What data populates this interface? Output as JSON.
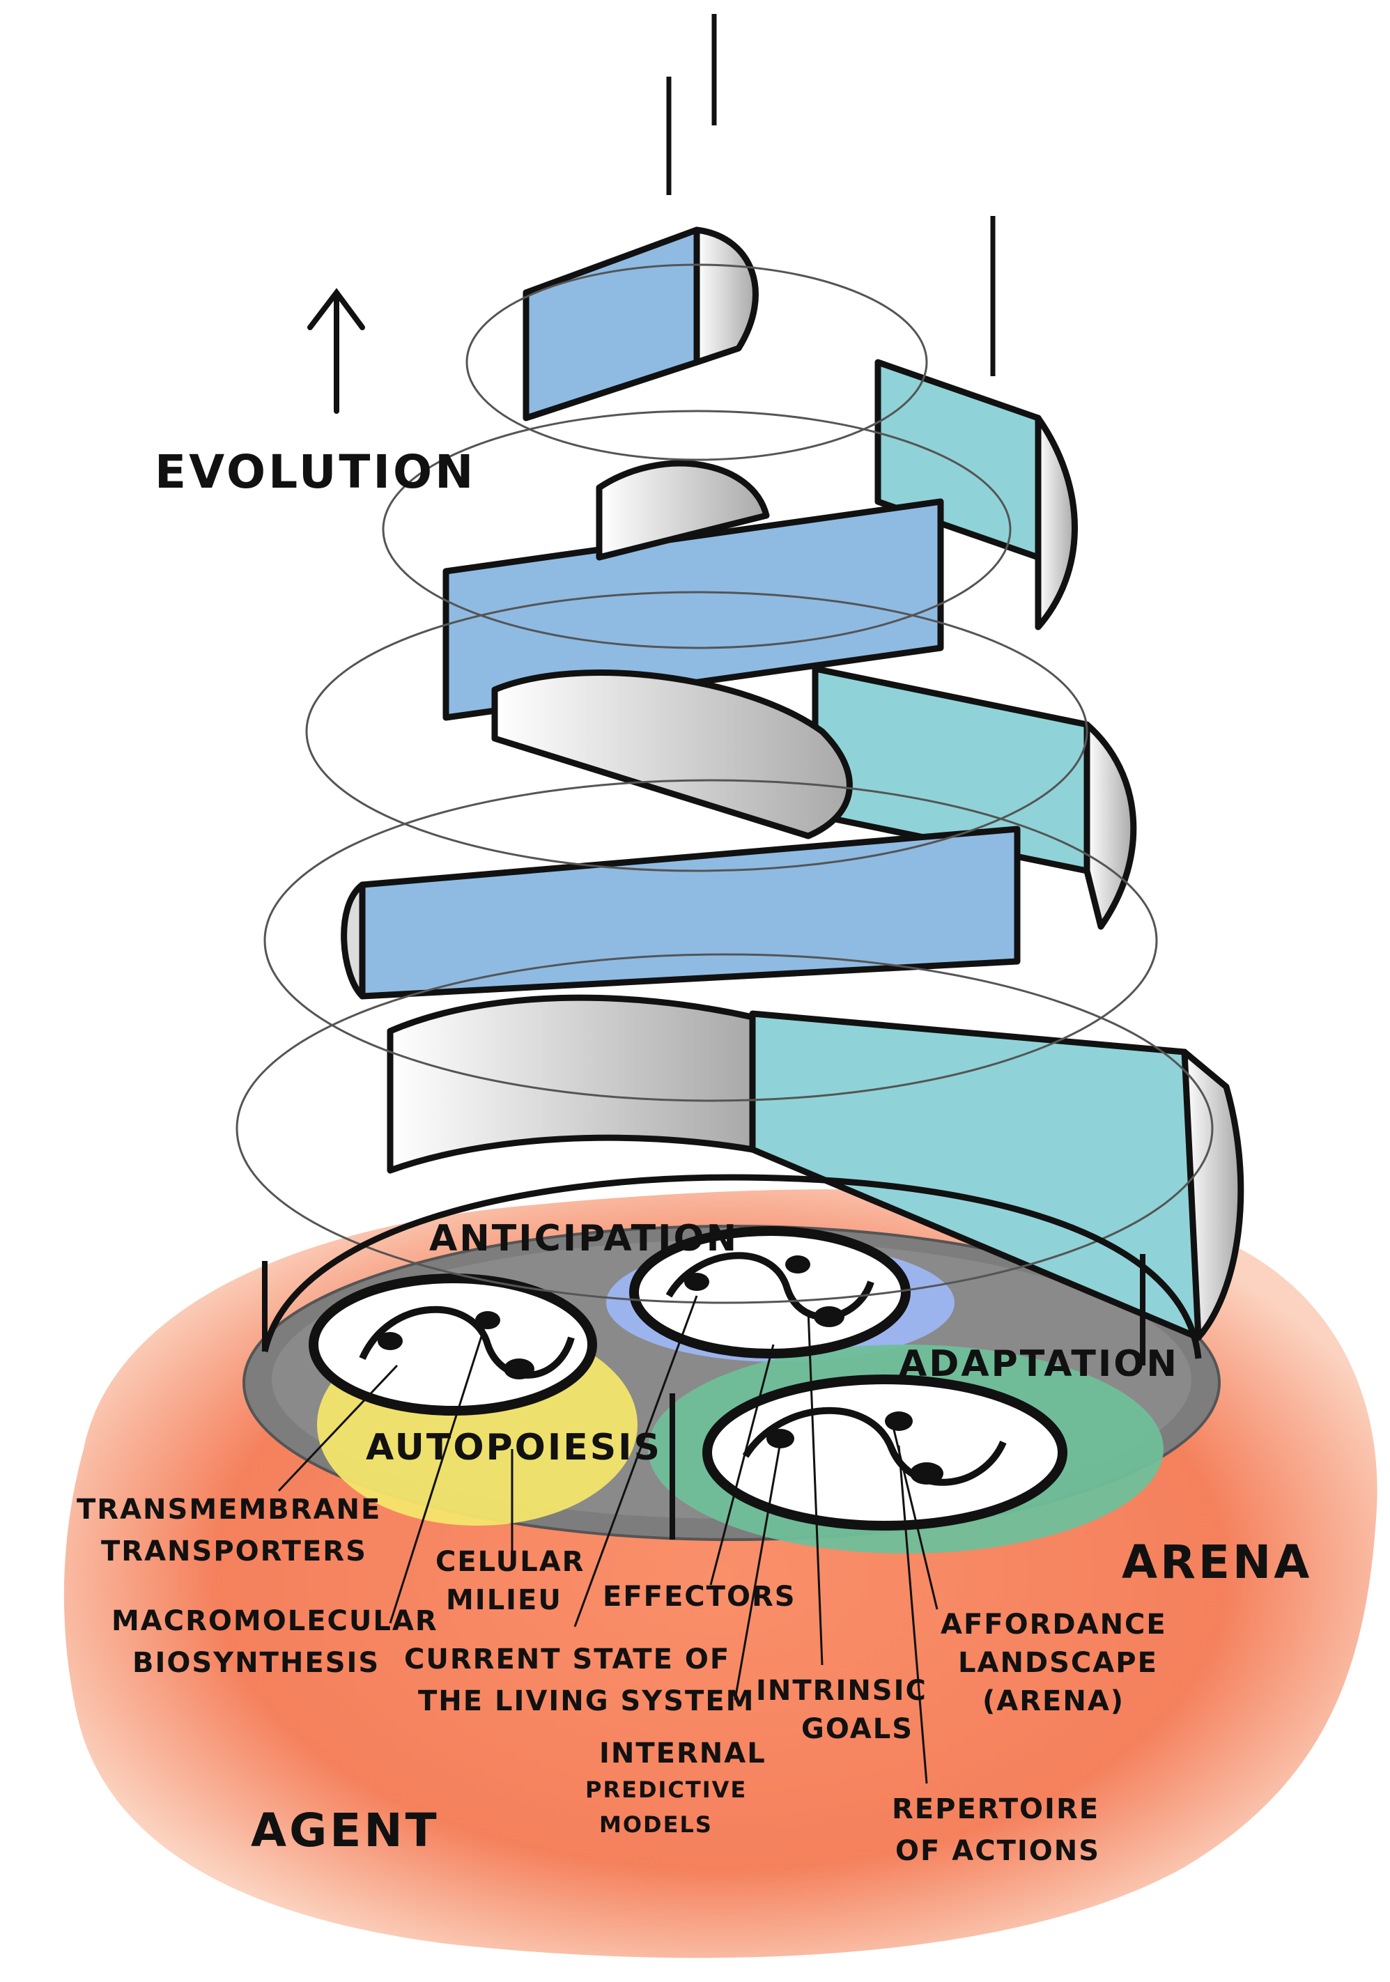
{
  "evolution_label": "EVOLUTION",
  "loops": {
    "anticipation": "ANTICIPATION",
    "adaptation": "ADAPTATION",
    "autopoiesis": "AUTOPOIESIS"
  },
  "regions": {
    "agent": "AGENT",
    "arena": "ARENA"
  },
  "annotations": {
    "transmembrane_1": "TRANSMEMBRANE",
    "transmembrane_2": "TRANSPORTERS",
    "celular_1": "CELULAR",
    "celular_2": "MILIEU",
    "effectors": "EFFECTORS",
    "macromolecular_1": "MACROMOLECULAR",
    "macromolecular_2": "BIOSYNTHESIS",
    "current_state_1": "CURRENT STATE OF",
    "current_state_2": "THE LIVING SYSTEM",
    "intrinsic_1": "INTRINSIC",
    "intrinsic_2": "GOALS",
    "affordance_1": "AFFORDANCE",
    "affordance_2": "LANDSCAPE",
    "affordance_3": "(ARENA)",
    "internal_1": "INTERNAL",
    "internal_2": "PREDICTIVE",
    "internal_3": "MODELS",
    "repertoire_1": "REPERTOIRE",
    "repertoire_2": "OF ACTIONS"
  },
  "colors": {
    "arena_orange": "#f4764f",
    "ribbon_blue": "#8fbbe3",
    "ribbon_teal": "#8fd3d8",
    "ribbon_white": "#e9e9e9",
    "base_gray": "#7f7f7f",
    "autopoiesis_yellow": "#f3e56a",
    "anticipation_blue": "#9cb4ee",
    "adaptation_green": "#6fbf9a",
    "ink": "#111111"
  }
}
